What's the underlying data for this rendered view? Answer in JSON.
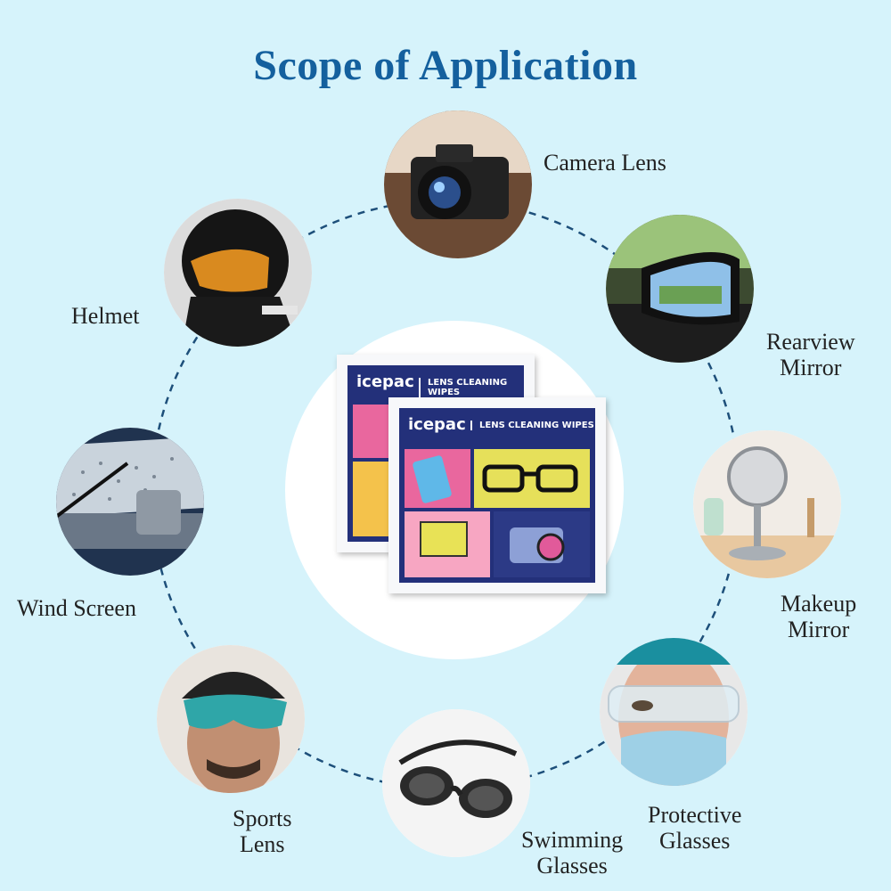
{
  "title": "Scope of Application",
  "product": {
    "brand": "icepac",
    "name": "LENS CLEANING WIPES"
  },
  "applications": [
    {
      "id": "camera-lens",
      "lines": [
        "Camera Lens"
      ]
    },
    {
      "id": "rearview-mirror",
      "lines": [
        "Rearview",
        "Mirror"
      ]
    },
    {
      "id": "makeup-mirror",
      "lines": [
        "Makeup",
        "Mirror"
      ]
    },
    {
      "id": "protective-glasses",
      "lines": [
        "Protective",
        "Glasses"
      ]
    },
    {
      "id": "swimming-glasses",
      "lines": [
        "Swimming",
        "Glasses"
      ]
    },
    {
      "id": "sports-lens",
      "lines": [
        "Sports",
        "Lens"
      ]
    },
    {
      "id": "wind-screen",
      "lines": [
        "Wind Screen"
      ]
    },
    {
      "id": "helmet",
      "lines": [
        "Helmet"
      ]
    }
  ],
  "colors": {
    "background": "#d6f3fb",
    "title": "#14609e",
    "ring": "#1d4f7a",
    "pack": "#23307a"
  }
}
